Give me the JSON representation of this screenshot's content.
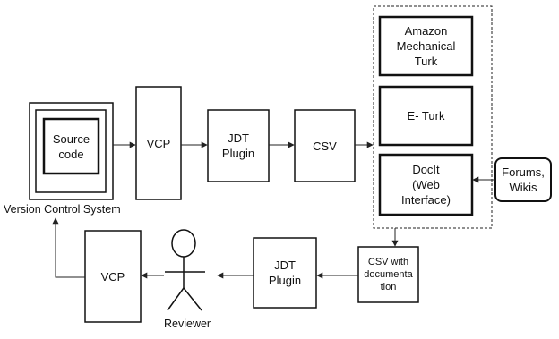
{
  "nodes": {
    "source_code": "Source\ncode",
    "version_control_system": "Version Control System",
    "vcp_top": "VCP",
    "jdt_plugin_top": "JDT\nPlugin",
    "csv": "CSV",
    "amazon_mechanical_turk": "Amazon\nMechanical\nTurk",
    "e_turk": "E- Turk",
    "docit": "DocIt\n(Web\nInterface)",
    "forums_wikis": "Forums,\nWikis",
    "csv_with_documentation": "CSV with\ndocumenta\ntion",
    "jdt_plugin_bottom": "JDT\nPlugin",
    "reviewer": "Reviewer",
    "vcp_bottom": "VCP"
  }
}
